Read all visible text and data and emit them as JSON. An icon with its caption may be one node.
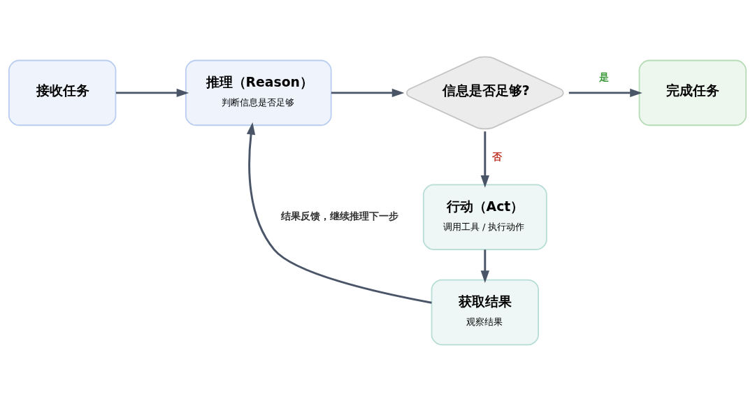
{
  "diagram": {
    "nodes": [
      {
        "text": [
          "接收任务"
        ]
      },
      {
        "text": [
          "推理（Reason）",
          "判断信息是否足够"
        ]
      },
      {
        "text": [
          "信息是否足够?"
        ]
      },
      {
        "text": [
          "完成任务"
        ]
      },
      {
        "text": [
          "行动（Act）",
          "调用工具 / 执行动作"
        ]
      },
      {
        "text": [
          "获取结果",
          "观察结果"
        ]
      }
    ],
    "edges": [
      {
        "from": 0,
        "to": 1,
        "arrow": "to"
      },
      {
        "from": 1,
        "to": 2,
        "arrow": "to"
      },
      {
        "from": 2,
        "to": 3,
        "arrow": "to",
        "label": "是"
      },
      {
        "from": 2,
        "to": 4,
        "arrow": "to",
        "label": "否"
      },
      {
        "from": 4,
        "to": 5,
        "arrow": "to"
      },
      {
        "from": 5,
        "to": 1,
        "arrow": "to",
        "label": "结果反馈，继续推理下一步"
      }
    ]
  }
}
